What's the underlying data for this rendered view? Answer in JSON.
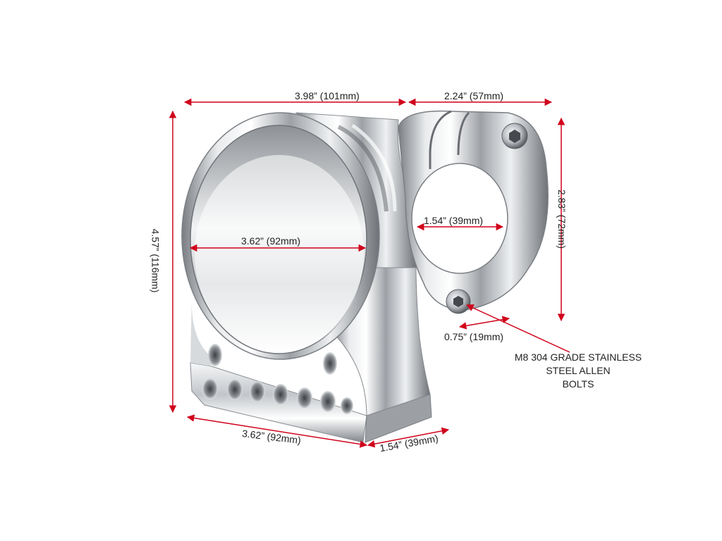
{
  "dimensions": {
    "top_width": "3.98”  (101mm)",
    "clamp_width": "2.24”  (57mm)",
    "total_height": "4.57”  (116mm)",
    "clamp_height": "2.83”  (72mm)",
    "gauge_bore": "3.62”  (92mm)",
    "clamp_bore": "1.54”  (39mm)",
    "bolt_offset": "0.75”  (19mm)",
    "base_length": "3.62”  (92mm)",
    "base_depth": "1.54”  (39mm)"
  },
  "bolt_note": {
    "line1": "M8 304 GRADE STAINLESS",
    "line2": "STEEL ALLEN",
    "line3": "BOLTS"
  },
  "colors": {
    "arrow": "#d0021b",
    "chrome_dark": "#6e7277",
    "chrome_mid": "#b8bcc1",
    "chrome_light": "#f4f5f6",
    "text": "#222222"
  }
}
